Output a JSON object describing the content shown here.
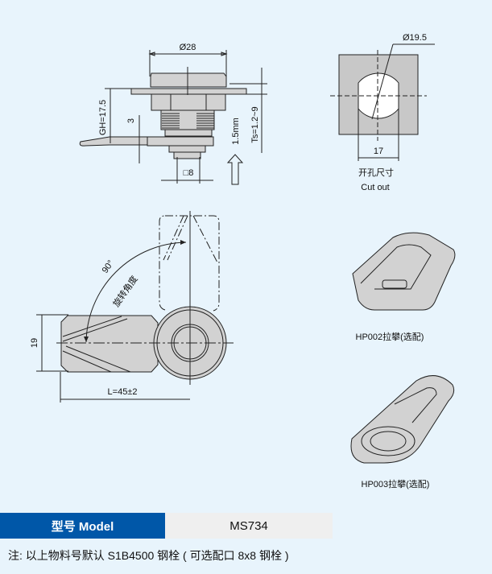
{
  "side_view": {
    "diameter_label": "Ø28",
    "gh_label": "GH=17.5",
    "three_label": "3",
    "square_label": "□8",
    "stroke_label": "1.5mm",
    "ts_label": "Ts=1.2~9"
  },
  "cutout": {
    "diameter_label": "Ø19.5",
    "width_label": "17",
    "title_cn": "开孔尺寸",
    "title_en": "Cut out"
  },
  "rotation_view": {
    "angle_label": "90°",
    "angle_caption": "旋转角度",
    "height_label": "19",
    "length_label": "L=45±2"
  },
  "accessories": [
    {
      "label": "HP002拉攀(选配)"
    },
    {
      "label": "HP003拉攀(选配)"
    }
  ],
  "model": {
    "label": "型号 Model",
    "value": "MS734"
  },
  "note": "注:  以上物料号默认 S1B4500 钢栓 ( 可选配口 8x8 钢栓 )",
  "colors": {
    "background": "#e8f4fc",
    "accent": "#0057a8",
    "part_fill": "#d2d2d2"
  }
}
